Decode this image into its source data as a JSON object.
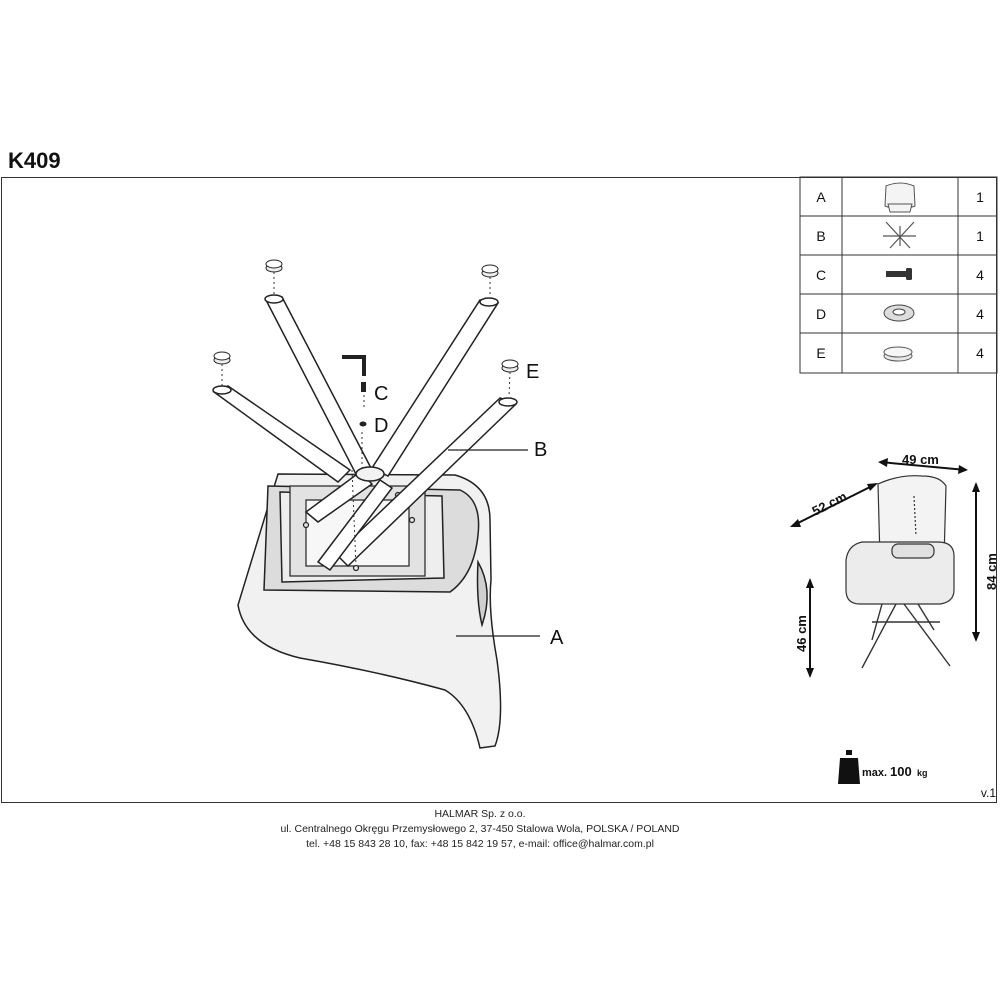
{
  "title": "K409",
  "version": "v.1",
  "parts": [
    {
      "letter": "A",
      "qty": "1",
      "icon": "seat-icon"
    },
    {
      "letter": "B",
      "qty": "1",
      "icon": "base-icon"
    },
    {
      "letter": "C",
      "qty": "4",
      "icon": "screw-icon"
    },
    {
      "letter": "D",
      "qty": "4",
      "icon": "washer-icon"
    },
    {
      "letter": "E",
      "qty": "4",
      "icon": "foot-pad-icon"
    }
  ],
  "callouts": {
    "a": "A",
    "b": "B",
    "c": "C",
    "d": "D",
    "e": "E"
  },
  "dimensions": {
    "width": "49 cm",
    "depth": "52 cm",
    "height": "84 cm",
    "seat_height": "46 cm"
  },
  "max_load": {
    "label": "max.",
    "value": "100",
    "unit": "kg"
  },
  "footer": {
    "company": "HALMAR Sp. z o.o.",
    "address": "ul. Centralnego Okręgu Przemysłowego 2, 37-450 Stalowa Wola, POLSKA / POLAND",
    "contact": "tel. +48 15 843 28 10, fax: +48 15 842 19 57, e-mail: office@halmar.com.pl"
  }
}
